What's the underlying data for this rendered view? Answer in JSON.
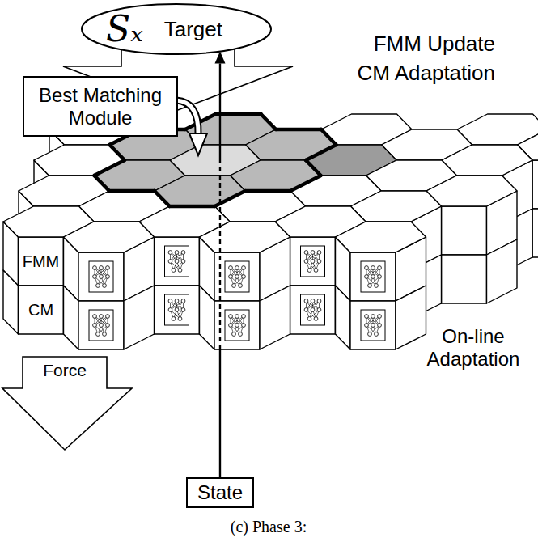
{
  "diagram": {
    "caption": "(c) Phase 3:",
    "nodes": [
      {
        "text": [
          "Sₓ",
          "Target"
        ]
      },
      {
        "text": [
          "Best Matching Module"
        ]
      },
      {
        "text": [
          "Force"
        ]
      },
      {
        "text": [
          "State"
        ]
      }
    ],
    "edges": [
      {
        "from": 3,
        "to": 0,
        "arrow": "to"
      }
    ],
    "labels": [
      "FMM Update",
      "CM Adaptation",
      "FMM",
      "CM",
      "On-line Adaptation"
    ]
  }
}
